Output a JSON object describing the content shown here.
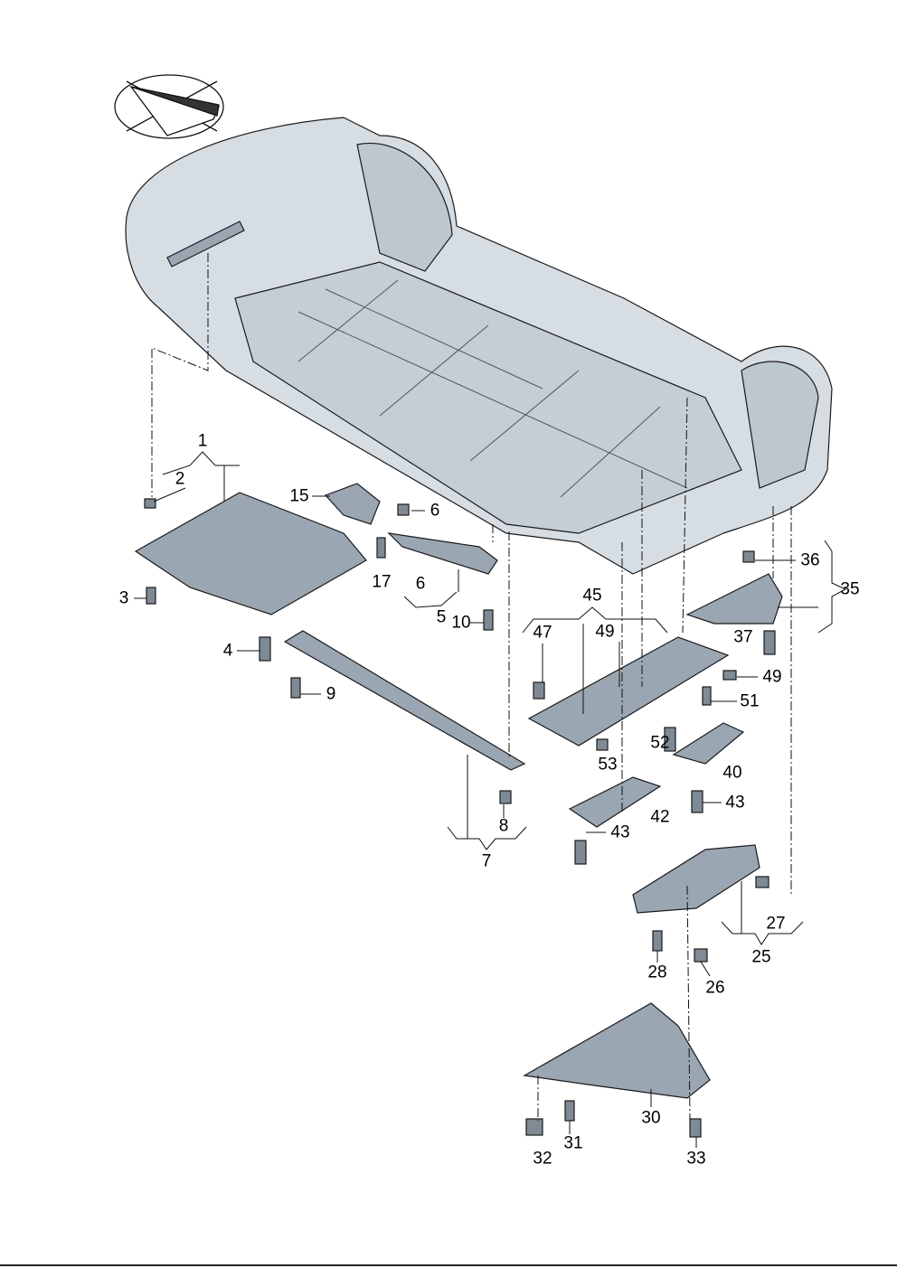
{
  "diagram": {
    "orientation_icon": "car-orientation-arrow-icon",
    "colors": {
      "part_fill": "#9aa6b2",
      "body_fill": "#d6dde3",
      "outline": "#1a1a1a"
    },
    "callouts": [
      "1",
      "2",
      "3",
      "4",
      "9",
      "15",
      "6",
      "17",
      "6",
      "5",
      "10",
      "45",
      "47",
      "49",
      "36",
      "35",
      "37",
      "49",
      "51",
      "52",
      "53",
      "40",
      "43",
      "42",
      "43",
      "8",
      "7",
      "27",
      "25",
      "28",
      "26",
      "30",
      "31",
      "32",
      "33"
    ]
  }
}
